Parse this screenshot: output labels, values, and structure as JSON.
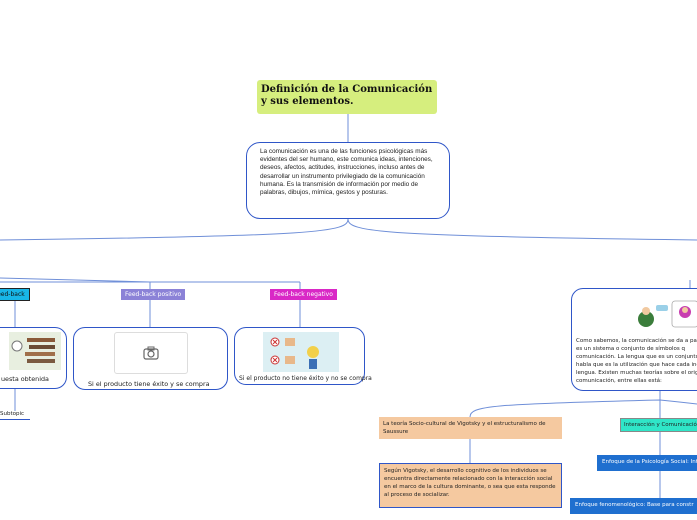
{
  "title": "Definición de la Comunicación y sus elementos.",
  "description": "La comunicación es una de las funciones psicológicas más evidentes del ser humano, este comunica ideas, intenciones, deseos, afectos, actitudes, instrucciones, incluso antes de desarrollar un instrumento privilegiado de la comunicación humana. Es la transmisión de información por medio de palabras, dibujos, mímica, gestos y posturas.",
  "left_branch": {
    "feedback_tag": "feed-back",
    "card_caption": "uesta obtenida",
    "subtopic": "Subtopic"
  },
  "positive": {
    "tag": "Feed-back positivo",
    "caption": "Si el producto tiene éxito y se compra",
    "icon": "camera-icon"
  },
  "negative": {
    "tag": "Feed-back negativo",
    "caption": "Si el producto no tiene éxito y no se compra"
  },
  "right_card": {
    "text": "Como sabemos, la comunicación se da a pa que es un sistema o conjunto de símbolos q comunicación. La lengua que es un conjunto habla que es la utilización que hace cada ind lengua. Existen muchas teorías sobre el orig comunicación, entre ellas está:"
  },
  "vygotsky": {
    "title": "La teoría Socio-cultural de Vigotsky y el estructuralismo de Saussure",
    "detail": "Según Vigotsky, el desarrollo cognitivo de los individuos se encuentra directamente relacionado con la interacción social en el marco de la cultura dominante, o sea que esta responde al proceso de socializar."
  },
  "interaccion": {
    "title": "Interacción y Comunicació"
  },
  "psicologia": {
    "title": "Enfoque de la Psicología Social: Int"
  },
  "fenomenologico": {
    "title": "Enfoque fenomenológico: Base para constr"
  },
  "colors": {
    "title_bg": "#d6ee7e",
    "border_blue": "#2f56c8",
    "feedback_tag": "#18b6e8",
    "positive_tag": "#8b82d7",
    "negative_tag": "#d928c6",
    "orange": "#f5c9a0",
    "teal": "#2fe6c8",
    "blue": "#1f6fcf"
  }
}
